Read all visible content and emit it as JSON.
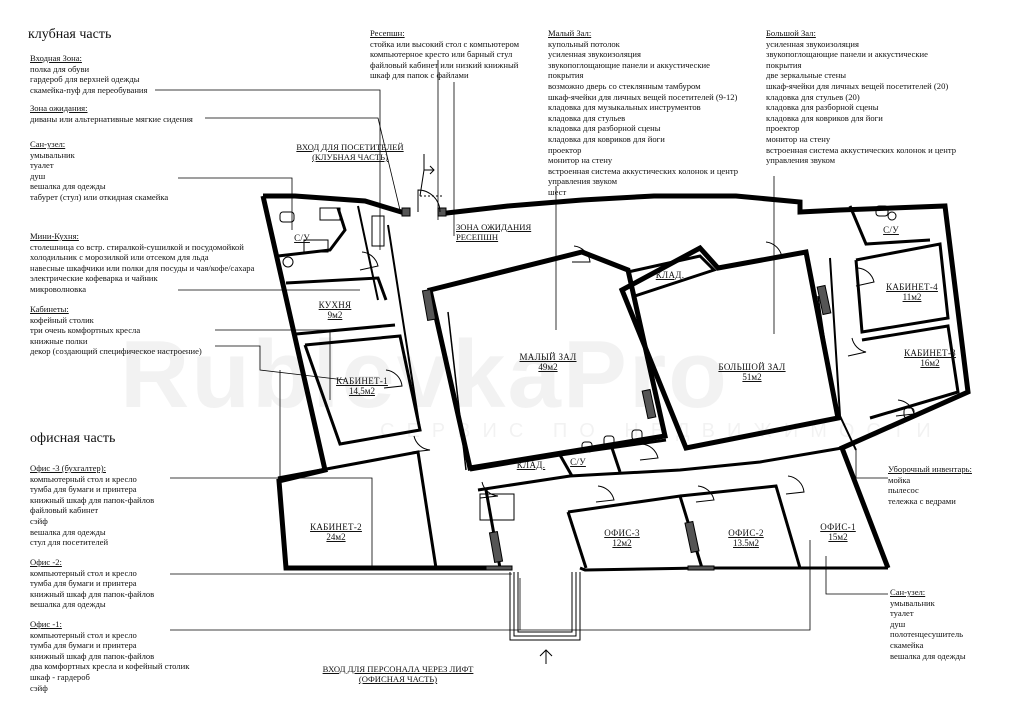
{
  "watermark": {
    "main": "RublevkaPro",
    "sub": "СЕРВИС ПО НЕДВИЖИМОСТИ"
  },
  "sections": {
    "club": "клубная часть",
    "office": "офисная часть"
  },
  "left_blocks": [
    {
      "id": "entry-zone",
      "heading": "Входная Зона:",
      "lines": [
        "полка для обуви",
        "гардероб для верхней одежды",
        "скамейка-пуф для переобувания"
      ]
    },
    {
      "id": "waiting-zone",
      "heading": "Зона ожидания:",
      "lines": [
        "диваны или альтернативные мягкие сидения"
      ]
    },
    {
      "id": "bathroom-club",
      "heading": "Сан-узел:",
      "lines": [
        "умывальник",
        "туалет",
        "душ",
        "вешалка для одежды",
        "табурет (стул) или откидная скамейка"
      ]
    },
    {
      "id": "mini-kitchen",
      "heading": "Мини-Кухня:",
      "lines": [
        "столешница со встр. стиралкой-сушилкой и посудомойкой",
        "холодильник с морозилкой или отсеком для льда",
        "навесные шкафчики или полки для посуды и чая/кофе/сахара",
        "электрические кофеварка и чайник",
        "микроволновка"
      ]
    },
    {
      "id": "cabinets",
      "heading": "Кабинеты:",
      "lines": [
        "кофейный столик",
        "три очень комфортных кресла",
        "книжные полки",
        "декор (создающий специфическое настроение)"
      ]
    },
    {
      "id": "office-3",
      "heading": "Офис -3 (бухгалтер):",
      "lines": [
        "компьютерный стол и кресло",
        "тумба для бумаги и принтера",
        "книжный шкаф для папок-файлов",
        "файловый кабинет",
        "сэйф",
        "вешалка для одежды",
        "стул для посетителей"
      ]
    },
    {
      "id": "office-2",
      "heading": "Офис -2:",
      "lines": [
        "компьютерный стол и кресло",
        "тумба для бумаги и принтера",
        "книжный шкаф для папок-файлов",
        "вешалка для одежды"
      ]
    },
    {
      "id": "office-1",
      "heading": "Офис -1:",
      "lines": [
        "компьютерный стол и кресло",
        "тумба для бумаги и принтера",
        "книжный шкаф для папок-файлов",
        "два комфортных кресла и кофейный столик",
        "шкаф - гардероб",
        "сэйф"
      ]
    }
  ],
  "top_blocks": [
    {
      "id": "reception",
      "heading": "Ресепшн:",
      "lines": [
        "стойка или высокий стол с компьютером",
        "компьютерное кресто или барный стул",
        "файловый кабинет или низкий книжный",
        "шкаф для папок с файлами"
      ]
    },
    {
      "id": "small-hall",
      "heading": "Малый Зал:",
      "lines": [
        "купольный потолок",
        "усиленная звукоизоляция",
        "звукопоглощающие панели и аккустические",
        "покрытия",
        "возможно дверь со стеклянным тамбуром",
        "шкаф-ячейки для личных вещей посетителей (9-12)",
        "кладовка для музыкальных инструментов",
        "кладовка для стульев",
        "кладовка для разборной сцены",
        "кладовка для ковриков для йоги",
        "проектор",
        "монитор на стену",
        "встроенная система аккустических колонок и центр",
        "управления звуком",
        "шест"
      ]
    },
    {
      "id": "big-hall",
      "heading": "Большой Зал:",
      "lines": [
        "усиленная звукоизоляция",
        "звукопоглощающие панели и аккустические",
        "покрытия",
        "две зеркальные стены",
        "шкаф-ячейки для личных вещей посетителей (20)",
        "кладовка для стульев (20)",
        "кладовка для разборной сцены",
        "кладовка для ковриков для йоги",
        "проектор",
        "монитор на стену",
        "встроенная система аккустических колонок и центр",
        "управления звуком"
      ]
    }
  ],
  "right_blocks": [
    {
      "id": "cleaning",
      "heading": "Уборочный инвентарь:",
      "lines": [
        "мойка",
        "пылесос",
        "тележка с ведрами"
      ]
    },
    {
      "id": "bathroom-office",
      "heading": "Сан-узел:",
      "lines": [
        "умывальник",
        "туалет",
        "душ",
        "полотенцесушитель",
        "скамейка",
        "вешалка для одежды"
      ]
    }
  ],
  "entrances": {
    "visitors": [
      "ВХОД ДЛЯ ПОСЕТИТЕЛЕЙ",
      "(КЛУБНАЯ ЧАСТЬ)"
    ],
    "staff": [
      "ВХОД ДЛЯ ПЕРСОНАЛА ЧЕРЕЗ ЛИФТ",
      "(ОФИСНАЯ ЧАСТЬ)"
    ]
  },
  "zone_label": [
    "ЗОНА ОЖИДАНИЯ",
    "РЕСЕПШН"
  ],
  "rooms": [
    {
      "id": "su-1",
      "name": "С/У",
      "area": ""
    },
    {
      "id": "kitchen",
      "name": "КУХНЯ",
      "area": "9м2"
    },
    {
      "id": "cab-1",
      "name": "КАБИНЕТ-1",
      "area": "14,5м2"
    },
    {
      "id": "cab-2",
      "name": "КАБИНЕТ-2",
      "area": "24м2"
    },
    {
      "id": "small-hall",
      "name": "МАЛЫЙ ЗАЛ",
      "area": "49м2"
    },
    {
      "id": "big-hall",
      "name": "БОЛЬШОЙ ЗАЛ",
      "area": "51м2"
    },
    {
      "id": "klad-1",
      "name": "КЛАД.",
      "area": ""
    },
    {
      "id": "klad-2",
      "name": "КЛАД.",
      "area": ""
    },
    {
      "id": "su-2",
      "name": "С/У",
      "area": ""
    },
    {
      "id": "su-3",
      "name": "С/У",
      "area": ""
    },
    {
      "id": "cab-4",
      "name": "КАБИНЕТ-4",
      "area": "11м2"
    },
    {
      "id": "cab-3",
      "name": "КАБИНЕТ-3",
      "area": "16м2"
    },
    {
      "id": "office-3",
      "name": "ОФИС-3",
      "area": "12м2"
    },
    {
      "id": "office-2",
      "name": "ОФИС-2",
      "area": "13.5м2"
    },
    {
      "id": "office-1",
      "name": "ОФИС-1",
      "area": "15м2"
    }
  ]
}
